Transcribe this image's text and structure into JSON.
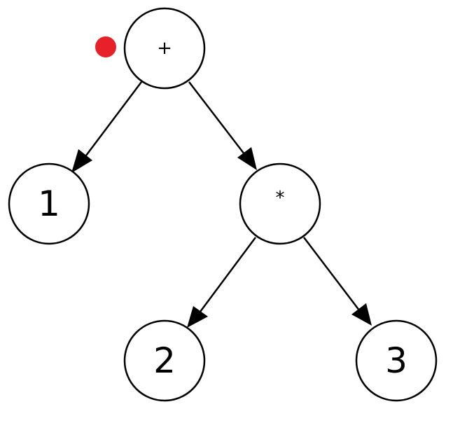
{
  "tree": {
    "nodes": [
      {
        "id": "plus",
        "label": "+"
      },
      {
        "id": "one",
        "label": "1"
      },
      {
        "id": "times",
        "label": "*"
      },
      {
        "id": "two",
        "label": "2"
      },
      {
        "id": "three",
        "label": "3"
      }
    ],
    "edges": [
      {
        "from": "plus",
        "to": "one"
      },
      {
        "from": "plus",
        "to": "times"
      },
      {
        "from": "times",
        "to": "two"
      },
      {
        "from": "times",
        "to": "three"
      }
    ]
  },
  "marker": {
    "color": "#e8202a"
  }
}
